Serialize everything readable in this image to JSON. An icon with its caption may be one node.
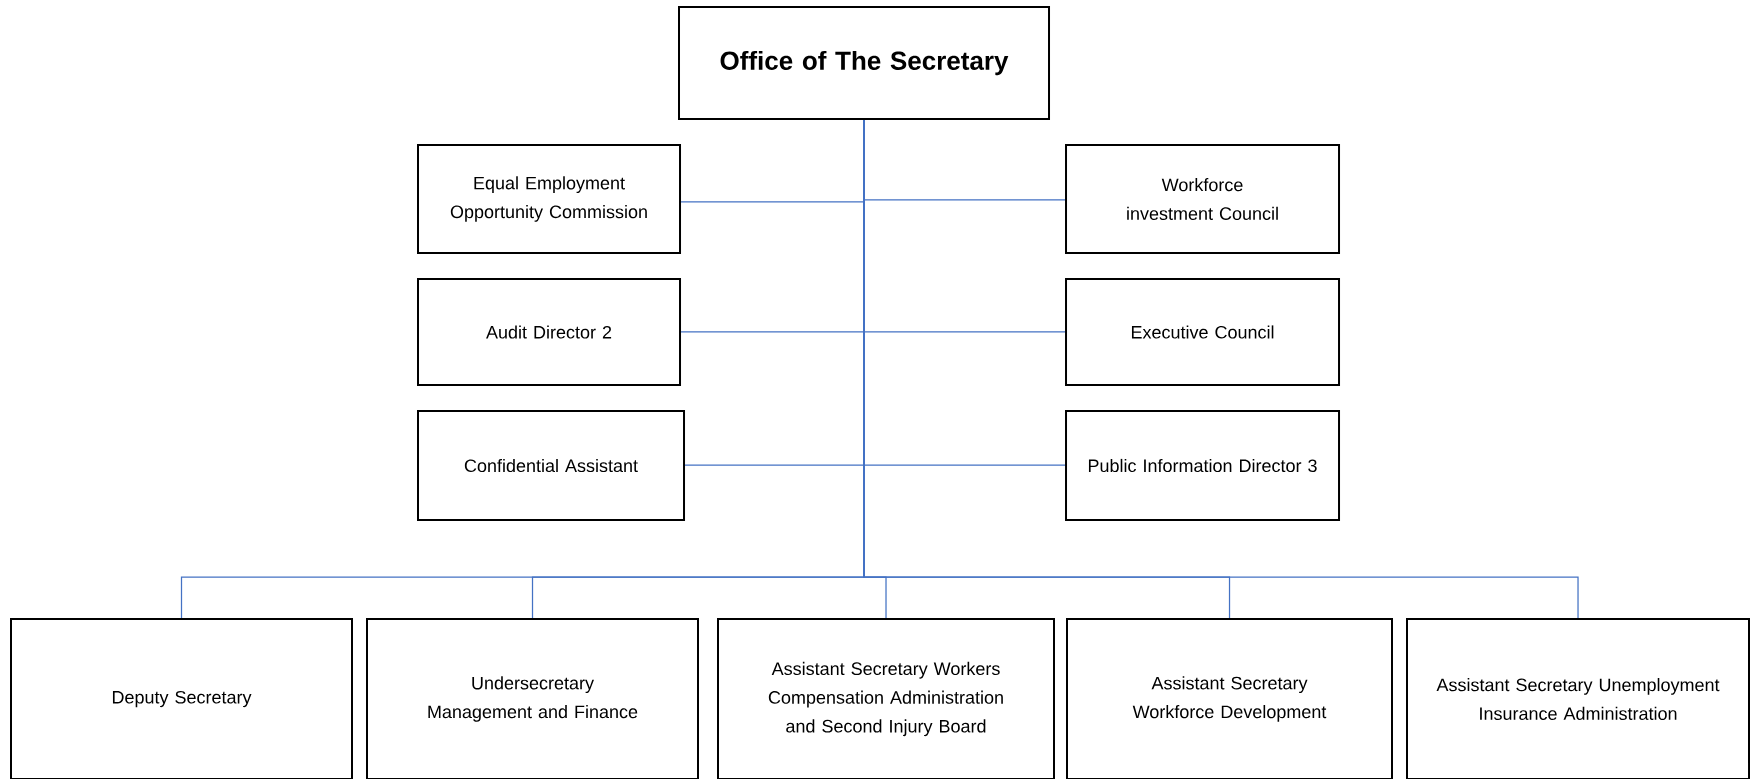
{
  "diagram": {
    "nodes": [
      {
        "text": [
          "Office of The Secretary"
        ]
      },
      {
        "text": [
          "Equal Employment Opportunity Commission"
        ]
      },
      {
        "text": [
          "Workforce investment Council"
        ]
      },
      {
        "text": [
          "Audit Director 2"
        ]
      },
      {
        "text": [
          "Executive Council"
        ]
      },
      {
        "text": [
          "Confidential Assistant"
        ]
      },
      {
        "text": [
          "Public Information Director 3"
        ]
      },
      {
        "text": [
          "Deputy Secretary"
        ]
      },
      {
        "text": [
          "Undersecretary Management and Finance"
        ]
      },
      {
        "text": [
          "Assistant Secretary Workers Compensation Administration and Second Injury Board"
        ]
      },
      {
        "text": [
          "Assistant Secretary Workforce Development"
        ]
      },
      {
        "text": [
          "Assistant Secretary  Unemployment Insurance Administration"
        ]
      }
    ],
    "edges": [
      {
        "from": 0,
        "to": 1,
        "arrow": "none"
      },
      {
        "from": 0,
        "to": 2,
        "arrow": "none"
      },
      {
        "from": 0,
        "to": 3,
        "arrow": "none"
      },
      {
        "from": 0,
        "to": 4,
        "arrow": "none"
      },
      {
        "from": 0,
        "to": 5,
        "arrow": "none"
      },
      {
        "from": 0,
        "to": 6,
        "arrow": "none"
      },
      {
        "from": 0,
        "to": 7,
        "arrow": "none"
      },
      {
        "from": 0,
        "to": 8,
        "arrow": "none"
      },
      {
        "from": 0,
        "to": 9,
        "arrow": "none"
      },
      {
        "from": 0,
        "to": 10,
        "arrow": "none"
      },
      {
        "from": 0,
        "to": 11,
        "arrow": "none"
      }
    ]
  }
}
